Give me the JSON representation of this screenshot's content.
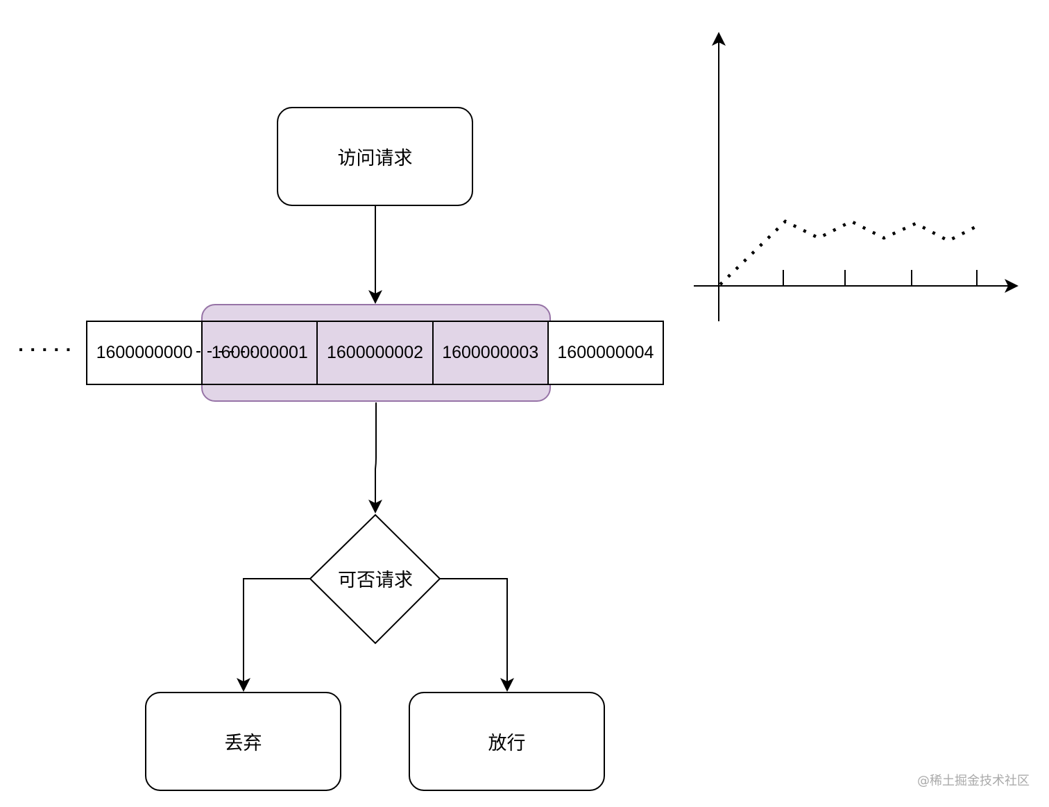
{
  "nodes": {
    "request": "访问请求",
    "decision": "可否请求",
    "drop": "丢弃",
    "pass": "放行"
  },
  "time_window": {
    "leading": "· · · · ·",
    "cells": [
      "1600000000",
      "1600000001",
      "1600000002",
      "1600000003",
      "1600000004"
    ]
  },
  "colors": {
    "window_fill": "#e1d5e7",
    "window_stroke": "#9673a6",
    "line": "#000000"
  },
  "watermark": "@稀土掘金技术社区"
}
